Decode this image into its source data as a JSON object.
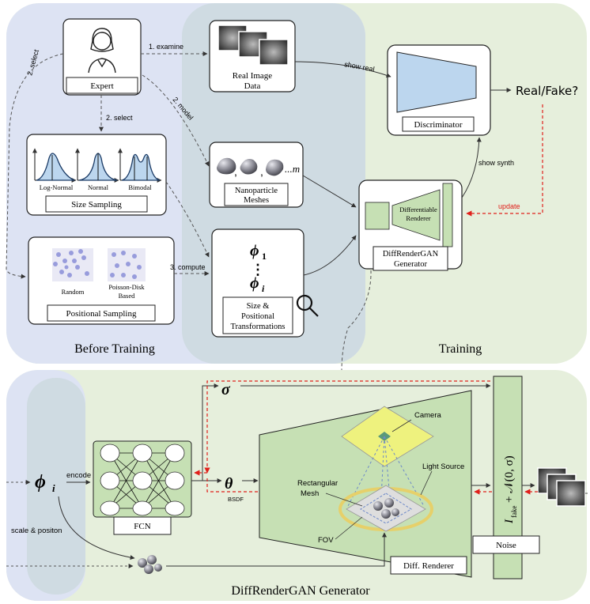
{
  "top": {
    "expert_label": "Expert",
    "edge_examine": "1. examine",
    "edge_select_left": "2. select",
    "edge_select_mid": "2. select",
    "edge_model": "2. model",
    "edge_compute": "3. compute",
    "edge_show_real": "show real",
    "edge_show_synth": "show synth",
    "edge_update": "update",
    "real_image_label_1": "Real Image",
    "real_image_label_2": "Data",
    "nano_label_1": "Nanoparticle",
    "nano_label_2": "Meshes",
    "nano_m": "...m",
    "size_sampling_label": "Size Sampling",
    "dist_lognormal": "Log-Normal",
    "dist_normal": "Normal",
    "dist_bimodal": "Bimodal",
    "pos_sampling_label": "Positional Sampling",
    "pos_random": "Random",
    "pos_poisson_1": "Poisson-Disk",
    "pos_poisson_2": "Based",
    "phi_1": "ϕ",
    "phi_1_sub": "1",
    "vdots": "⋮",
    "phi_i": "ϕ",
    "phi_i_sub": "i",
    "transform_label_1": "Size &",
    "transform_label_2": "Positional",
    "transform_label_3": "Transformations",
    "discriminator_label": "Discriminator",
    "real_fake": "Real/Fake?",
    "diff_renderer_inner_1": "Differentiable",
    "diff_renderer_inner_2": "Renderer",
    "generator_label_1": "DiffRenderGAN",
    "generator_label_2": "Generator",
    "before_training": "Before Training",
    "training": "Training"
  },
  "bottom": {
    "phi": "ϕ",
    "phi_sub": "i",
    "encode": "encode",
    "scale_position": "scale & positon",
    "fcn_label": "FCN",
    "sigma": "σ",
    "theta": "θ",
    "theta_sub": "BSDF",
    "camera": "Camera",
    "light_source": "Light Source",
    "rect_mesh_1": "Rectangular",
    "rect_mesh_2": "Mesh",
    "fov": "FOV",
    "diff_renderer_label": "Diff. Renderer",
    "noise_label": "Noise",
    "noise_formula": "I",
    "noise_sub": "fake",
    "noise_rest": " + 𝒩(0, σ)",
    "title": "DiffRenderGAN Generator"
  },
  "colors": {
    "bg_blue": "#dde3f3",
    "bg_green": "#e6efdc",
    "overlap": "#cfdbe2",
    "shape_green": "#c6e0b4",
    "shape_blue": "#bcd6ee",
    "plane_yellow": "#eef27e",
    "update_red": "#e0201b"
  }
}
